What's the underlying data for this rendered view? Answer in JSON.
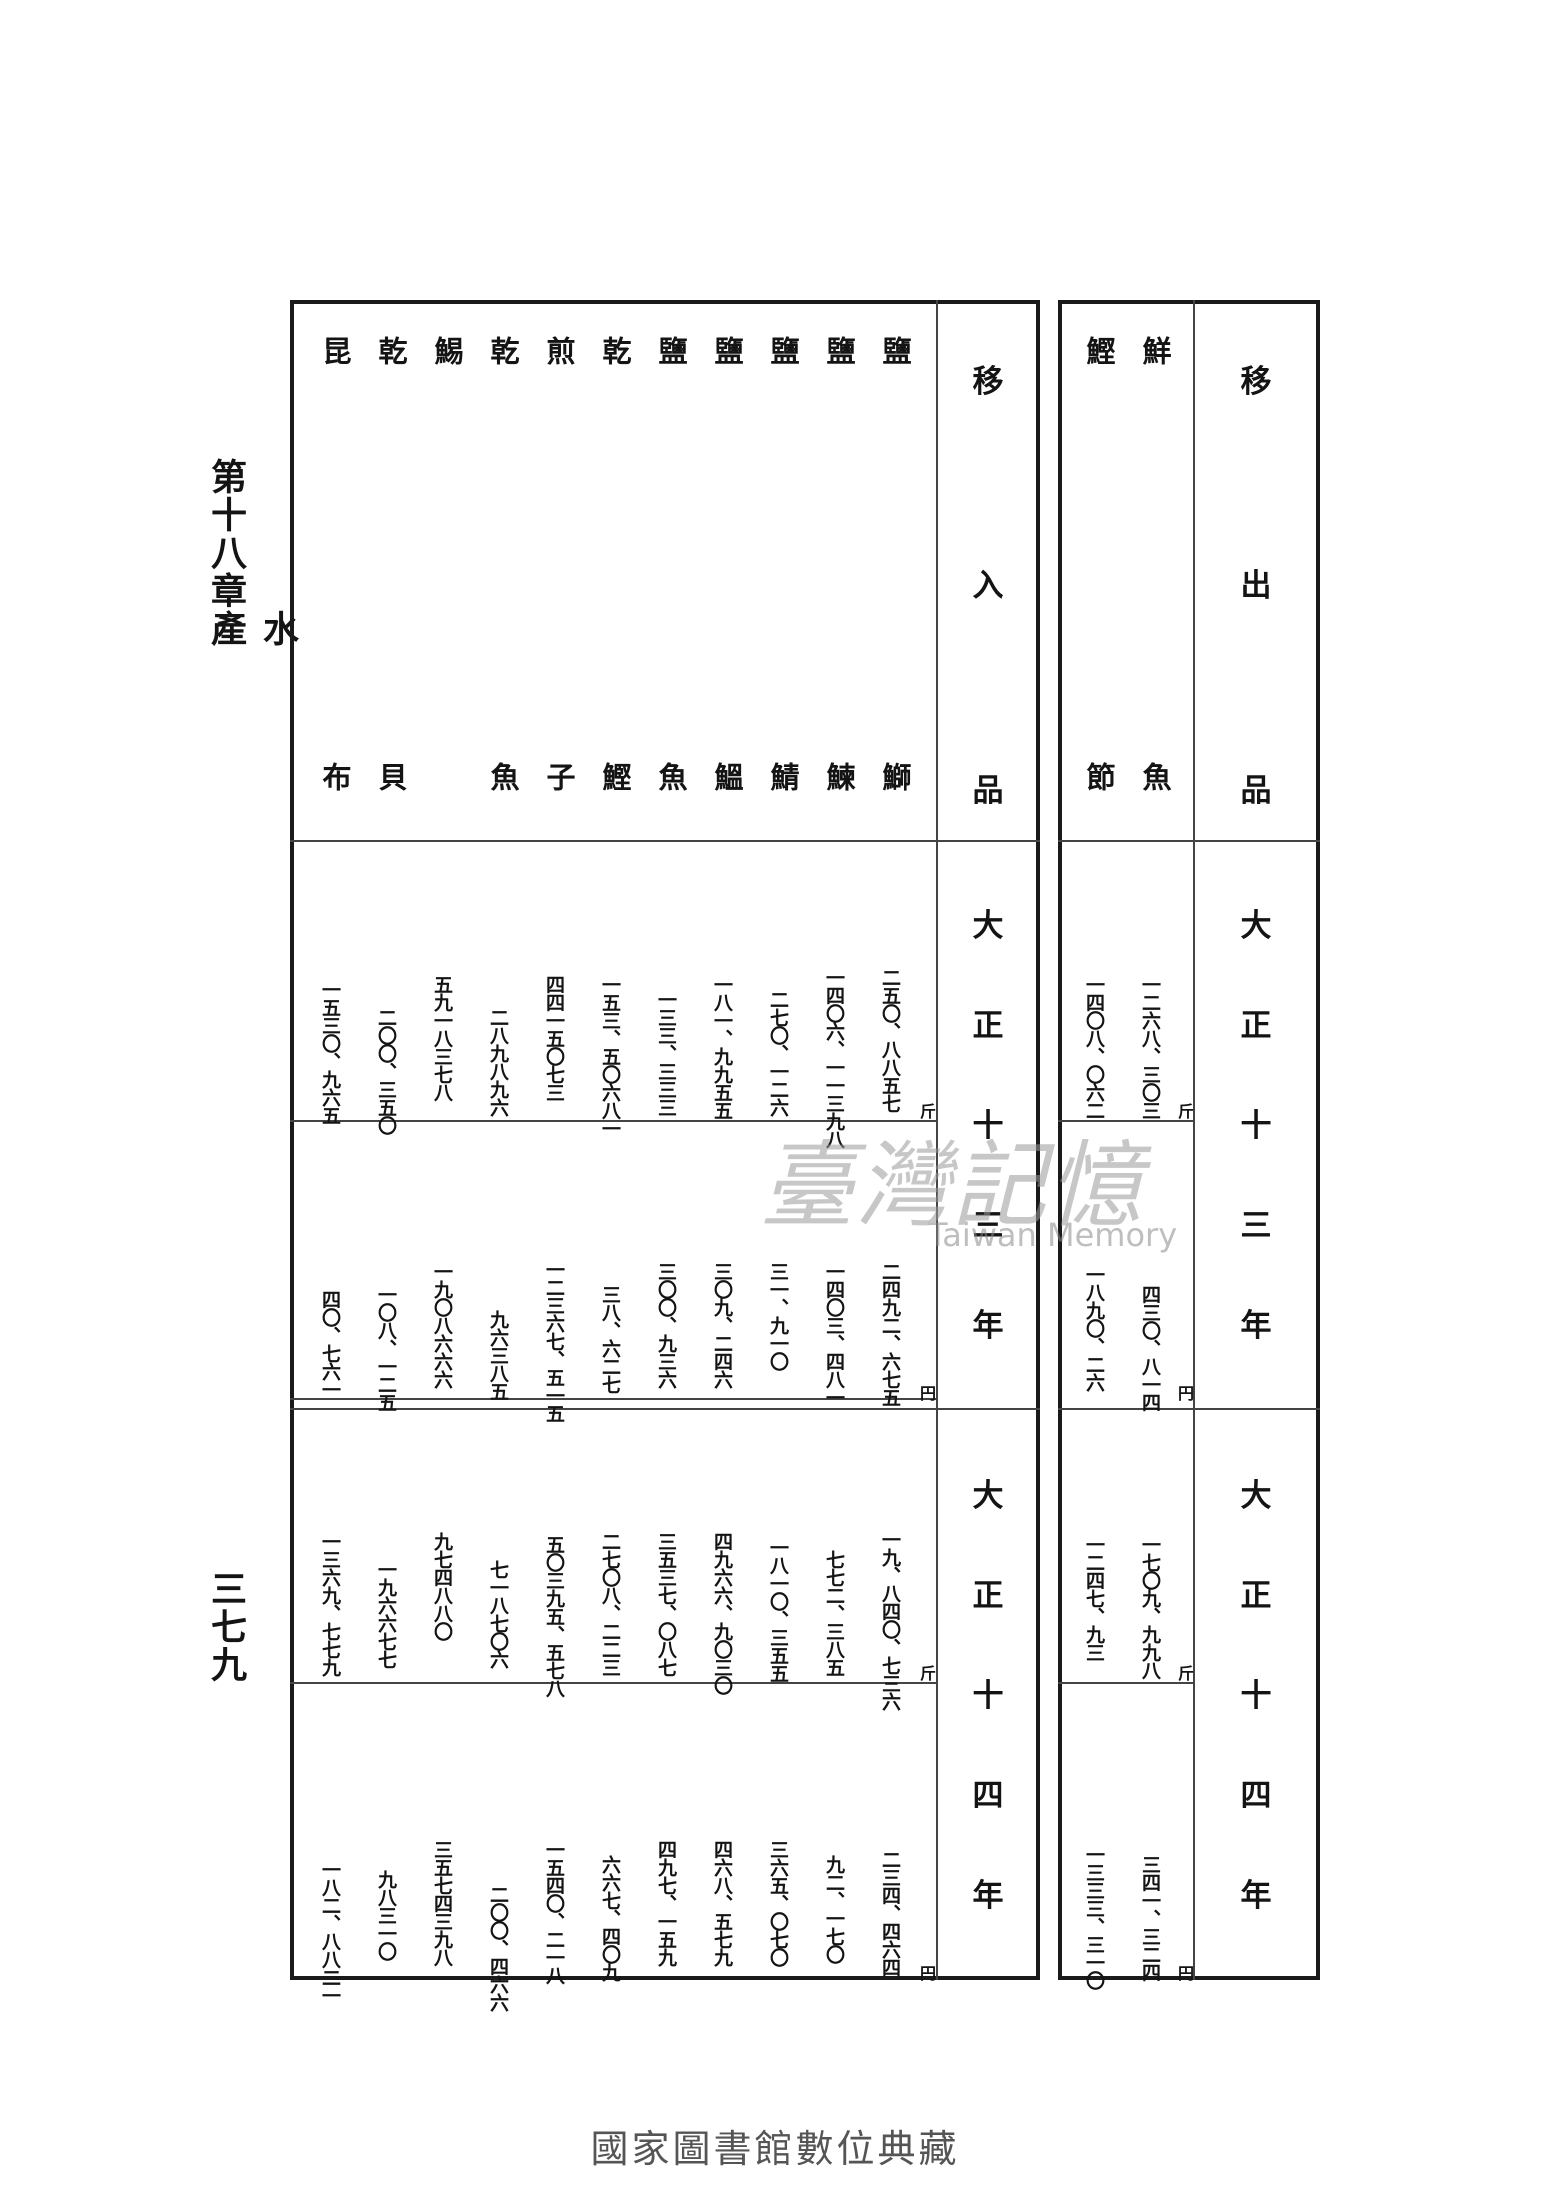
{
  "running_head": {
    "chapter": "第十八章",
    "subject": "水產"
  },
  "page_number": "三七九",
  "watermark": {
    "chinese": "臺灣記憶",
    "english": "Taiwan Memory"
  },
  "footer": "國家圖書館數位典藏",
  "imports": {
    "section_title": [
      "移",
      "入",
      "品"
    ],
    "period_headers": [
      [
        "大",
        "正",
        "十",
        "三",
        "年"
      ],
      [
        "大",
        "正",
        "十",
        "四",
        "年"
      ]
    ],
    "units": [
      "斤",
      "円",
      "斤",
      "円"
    ],
    "rows": [
      {
        "item_top": "鹽",
        "item_bottom": "鰤",
        "values": [
          "二五〇、八八五七",
          "二四九二、六七五",
          "一九、八四〇、七三六",
          "二三四、四六四"
        ]
      },
      {
        "item_top": "鹽",
        "item_bottom": "鰊",
        "values": [
          "一四〇六、一一三九八",
          "一四〇三、四八一",
          "七七二、三八五",
          "九二、一七〇"
        ]
      },
      {
        "item_top": "鹽",
        "item_bottom": "鯖",
        "values": [
          "二七〇、一二六",
          "三一、九一〇",
          "一八一〇、三五五",
          "三六五、〇七〇"
        ]
      },
      {
        "item_top": "鹽",
        "item_bottom": "鰮",
        "values": [
          "一八一、九九五五",
          "三〇九、二四六",
          "四九六六、九〇三〇",
          "四六八、五七九"
        ]
      },
      {
        "item_top": "鹽",
        "item_bottom": "魚",
        "values": [
          "一三三、三三三",
          "三〇〇、九三六",
          "三五三七、〇八七",
          "四九七、一五九"
        ]
      },
      {
        "item_top": "乾",
        "item_bottom": "鰹",
        "values": [
          "一五三、五〇六八一",
          "三八、六二七",
          "二七〇八、二二三",
          "六六七、四〇九"
        ]
      },
      {
        "item_top": "煎",
        "item_bottom": "子",
        "values": [
          "四四一五〇七三",
          "一二三六七、五一五",
          "五〇三九五、五七八",
          "一五四〇、二一八"
        ]
      },
      {
        "item_top": "乾",
        "item_bottom": "魚",
        "values": [
          "二八九八九六",
          "九六三八五",
          "七一八七〇六",
          "二〇〇、四六六"
        ]
      },
      {
        "item_top": "鯣",
        "item_bottom": "",
        "values": [
          "五九一八三七八",
          "一九〇八六六六",
          "九七四八八〇",
          "三五七四三九八"
        ]
      },
      {
        "item_top": "乾",
        "item_bottom": "貝",
        "values": [
          "二〇〇、三五〇",
          "一〇八、一二五",
          "一九六六七七",
          "九八三一〇"
        ]
      },
      {
        "item_top": "昆",
        "item_bottom": "布",
        "values": [
          "一五三〇、九六五",
          "四〇、七六一",
          "一三六九、七七九",
          "一八二、八八二一"
        ]
      }
    ]
  },
  "exports": {
    "section_title": [
      "移",
      "出",
      "品"
    ],
    "period_headers": [
      [
        "大",
        "正",
        "十",
        "三",
        "年"
      ],
      [
        "大",
        "正",
        "十",
        "四",
        "年"
      ]
    ],
    "units": [
      "斤",
      "円",
      "斤",
      "円"
    ],
    "rows": [
      {
        "item_top": "鮮",
        "item_bottom": "魚",
        "values": [
          "一二六八、三〇三",
          "四三〇、八一四",
          "一七〇九、九九八",
          "三四一、三二四"
        ]
      },
      {
        "item_top": "鰹",
        "item_bottom": "節",
        "values": [
          "一四〇八、〇六二",
          "一八九〇、二六",
          "一二四七、九三",
          "一三三三、三一〇"
        ]
      }
    ]
  }
}
